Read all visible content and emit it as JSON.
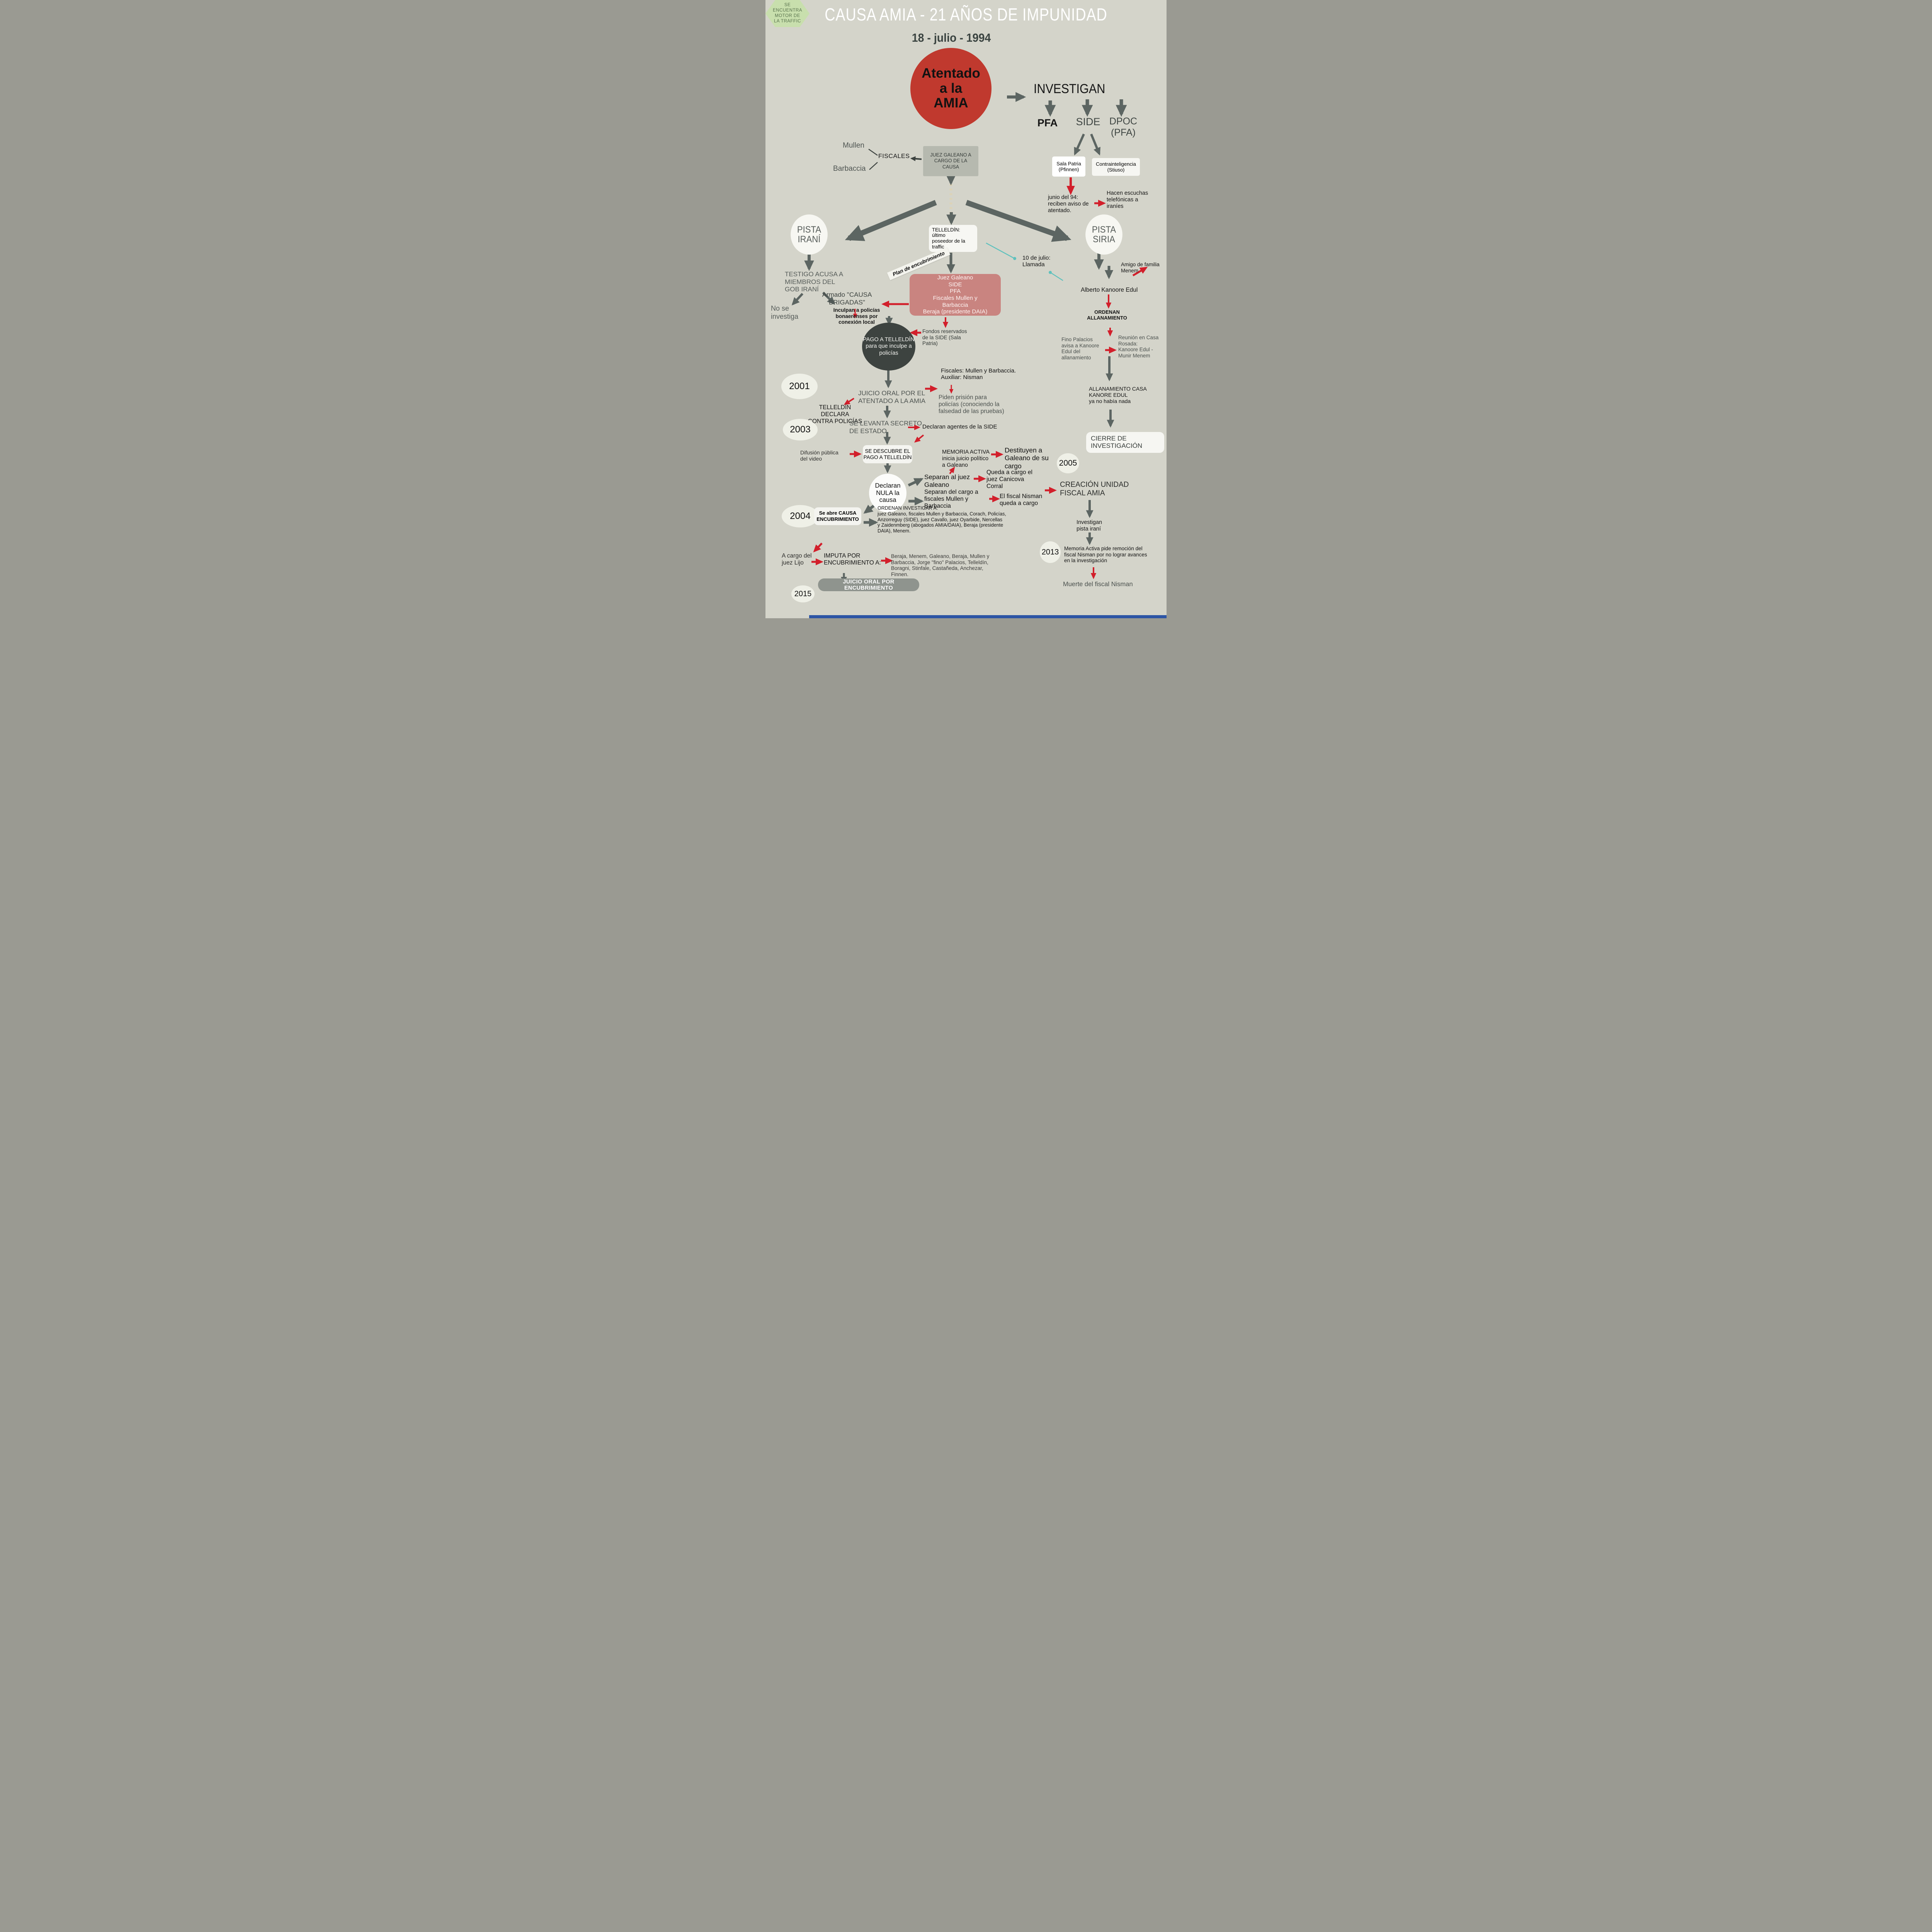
{
  "header": {
    "title": "CAUSA AMIA - 21 AÑOS DE IMPUNIDAD",
    "date": "18 - julio - 1994"
  },
  "colors": {
    "background": "#d4d4ca",
    "attack_red": "#c0392e",
    "arrow_gray": "#5c6562",
    "arrow_red": "#d21f2b",
    "teal": "#5fc1bd",
    "pink_box": "#c98480",
    "green_hexagon": "#c8dfad",
    "dark_ellipse": "#3d4340",
    "bottom_bar_blue": "#2d55a5"
  },
  "nodes": {
    "attack": "Atentado\na la\nAMIA",
    "investigan": "INVESTIGAN",
    "pfa": "PFA",
    "side": "SIDE",
    "dpoc": "DPOC\n(PFA)",
    "mullen": "Mullen",
    "fiscales": "FISCALES",
    "barbaccia": "Barbaccia",
    "juez_galeano": "JUEZ GALEANO A\nCARGO DE LA\nCAUSA",
    "sala_patria": "Sala Patria\n(Pfinnen)",
    "contrainteligencia": "Contrainteligencia\n(Stiuso)",
    "junio94": "junio del 94:\nreciben aviso de\natentado.",
    "escuchas": "Hacen escuchas\ntelefónicas a\niraníes",
    "motor": "SE\nENCUENTRA\nMOTOR DE\nLA TRAFFIC",
    "telleldin_poseedor": "TELLELDÍN:\núltimo\nposeedor de la\ntraffic",
    "pista_irani": "PISTA\nIRANÍ",
    "pista_siria": "PISTA\nSIRIA",
    "testigo": "TESTIGO ACUSA A\nMIEMBROS DEL\nGOB IRANÍ",
    "no_investiga": "No se\ninvestiga",
    "armado": "Armado \"CAUSA\nBRIGADAS\"",
    "inculpan": "Inculpan a policías\nbonaerenses por\nconexión local",
    "plan": "Plan de encubrimiento",
    "plan_box": "Juez Galeano\nSIDE\nPFA\nFiscales Mullen y\nBarbaccia\nBeraja (presidente DAIA)",
    "fondos": "Fondos reservados\nde la SIDE (Sala\nPatria)",
    "pago": "PAGO A TELLELDÍN\npara que inculpe a\npolicías",
    "diez_julio": "10 de julio:\nLlamada",
    "amigo": "Amigo de familia\nMenem",
    "kanoore": "Alberto Kanoore Edul",
    "ordenan_allanamiento": "ORDENAN\nALLANAMIENTO",
    "fino": "Fino Palacios\navisa a Kanoore\nEdul del\nallanamiento",
    "reunion": "Reunión en Casa\nRosada:\nKanoore Edul -\nMunir Menem",
    "allanamiento_casa": "ALLANAMIENTO CASA\nKANORE EDUL\nya no había nada",
    "cierre": "CIERRE DE\nINVESTIGACIÓN",
    "y2001": "2001",
    "juicio_oral": "JUICIO ORAL POR EL\nATENTADO A LA AMIA",
    "fiscales_nisman": "Fiscales: Mullen y Barbaccia.\nAuxiliar: Nisman",
    "piden": "Piden prisión para\npolicías (conociendo la\nfalsedad de las pruebas)",
    "telleldin_declara": "TELLELDÍN DECLARA\nCONTRA POLICÍAS",
    "y2003": "2003",
    "levanta": "SE LEVANTA SECRETO\nDE ESTADO",
    "declaran_side": "Declaran agentes de la SIDE",
    "difusion": "Difusión pública\ndel video",
    "descubre": "SE DESCUBRE EL\nPAGO A TELLELDÍN",
    "memoria_activa": "MEMORIA ACTIVA\ninicia juicio político\na Galeano",
    "destituyen": "Destituyen a\nGaleano de su\ncargo",
    "y2005": "2005",
    "separan_juez": "Separan al juez\nGaleano",
    "canicova": "Queda a cargo el\njuez Canicova\nCorral",
    "nula": "Declaran\nNULA la\ncausa",
    "separan_fiscales": "Separan del cargo a\nfiscales Mullen y\nBarbaccia",
    "nisman_cargo": "El fiscal Nisman\nqueda a cargo",
    "creacion": "CREACIÓN UNIDAD\nFISCAL AMIA",
    "y2004": "2004",
    "se_abre": "Se abre CAUSA\nENCUBRIMIENTO",
    "ordenan_investigar": "ORDENAN INVESTIGAR A:\njuez Galeano, fiscales Mullen y Barbaccia, Corach, Policías,\nAnzorreguy (SIDE), juez Cavallo, juez Oyarbide, Nercellas\ny Zaidenmberg (abogados AMIA/DAIA), Beraja (presidente\nDAIA), Menem.",
    "investigan_pista": "Investigan\npista iraní",
    "y2013": "2013",
    "memoria_remocion": "Memoria Activa pide remoción del\nfiscal Nisman por no lograr avances\nen la investigación",
    "muerte": "Muerte del fiscal Nisman",
    "lijo": "A cargo del\njuez Lijo",
    "imputa": "IMPUTA POR\nENCUBRIMIENTO A:",
    "imputados": "Beraja, Menem, Galeano, Beraja, Mullen y\nBarbaccia, Jorge \"fino\" Palacios, Telleldín,\nBoragni, Stinfale, Castañeda, Anchezar,\nFinnen.",
    "y2015": "2015",
    "juicio_encubrimiento": "JUICIO ORAL POR ENCUBRIMIENTO"
  }
}
